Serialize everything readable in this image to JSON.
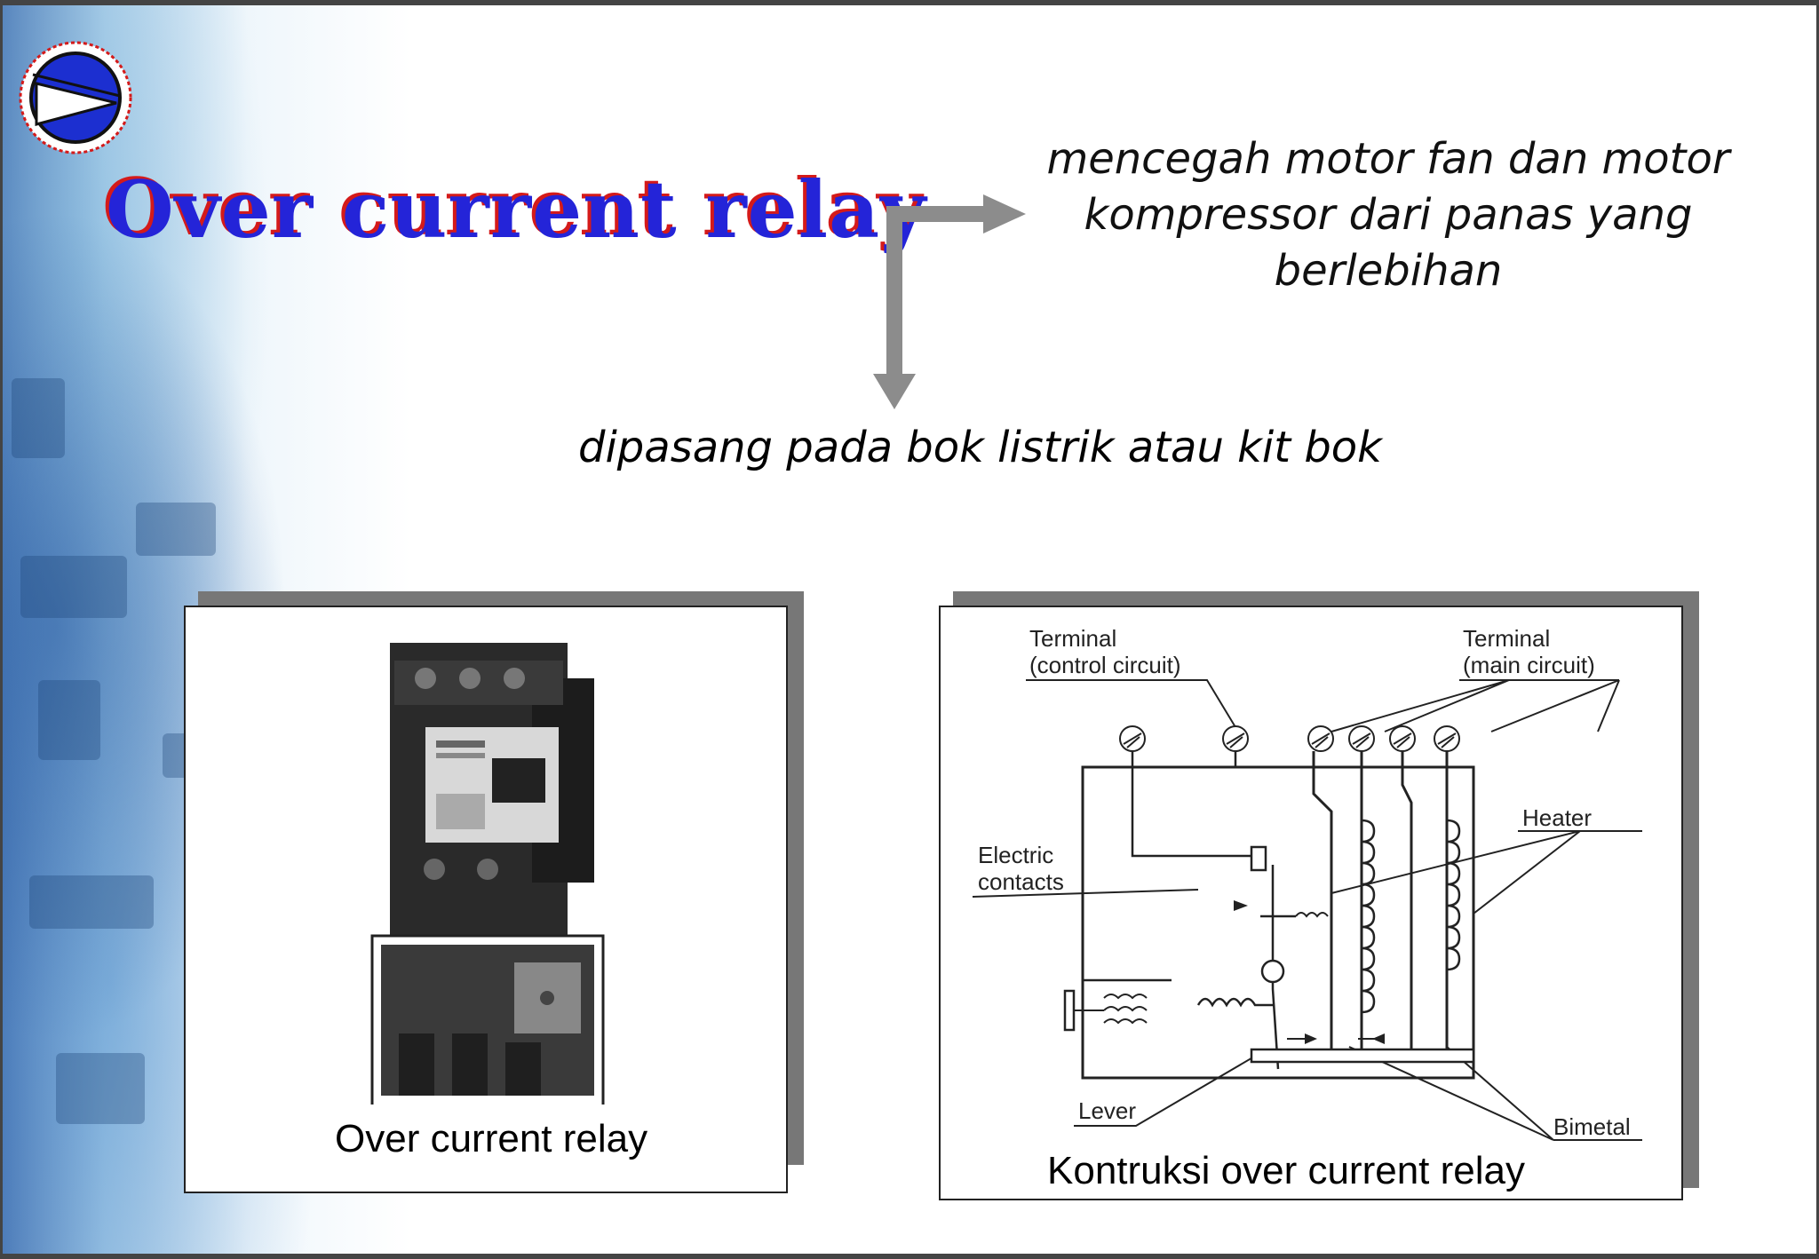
{
  "slide": {
    "title": "Over current relay",
    "description": "mencegah motor fan dan motor kompressor dari panas yang berlebihan",
    "mounting": "dipasang pada bok listrik atau kit bok"
  },
  "photo_panel": {
    "caption": "Over current relay"
  },
  "diagram_panel": {
    "caption": "Kontruksi over current relay",
    "labels": {
      "terminal_control_1": "Terminal",
      "terminal_control_2": "(control circuit)",
      "terminal_main_1": "Terminal",
      "terminal_main_2": "(main circuit)",
      "heater": "Heater",
      "electric_contacts_1": "Electric",
      "electric_contacts_2": "contacts",
      "lever": "Lever",
      "bimetal": "Bimetal"
    }
  },
  "colors": {
    "title_blue": "#2424d8",
    "title_shadow_red": "#d41a1a",
    "arrow_gray": "#8c8c8c"
  }
}
